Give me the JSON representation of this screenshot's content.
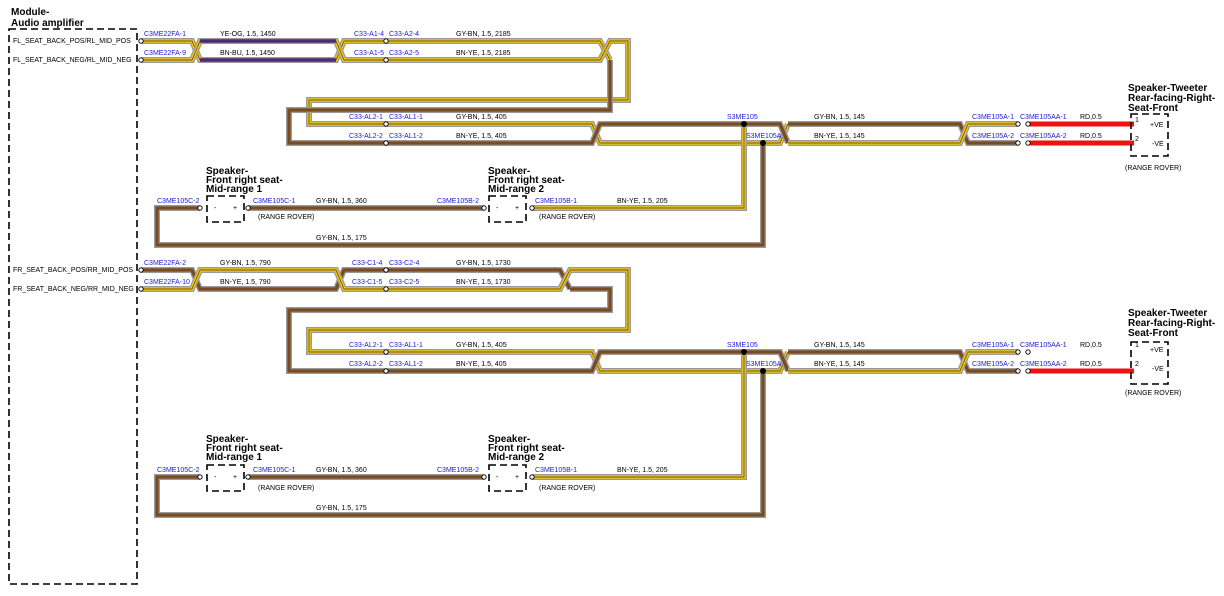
{
  "module": {
    "title_line1": "Module-",
    "title_line2": "Audio amplifier"
  },
  "pins": {
    "fl_pos": "FL_SEAT_BACK_POS/RL_MID_POS",
    "fl_neg": "FL_SEAT_BACK_NEG/RL_MID_NEG",
    "fr_pos": "FR_SEAT_BACK_POS/RR_MID_POS",
    "fr_neg": "FR_SEAT_BACK_NEG/RR_MID_NEG"
  },
  "connectors": {
    "c3me22fa1": "C3ME22FA-1",
    "c3me22fa9": "C3ME22FA-9",
    "c3me22fa2": "C3ME22FA-2",
    "c3me22fa10": "C3ME22FA-10",
    "c33a14": "C33-A1-4",
    "c33a24": "C33-A2-4",
    "c33a15": "C33-A1-5",
    "c33a25": "C33-A2-5",
    "c33c14": "C33-C1-4",
    "c33c24": "C33-C2-4",
    "c33c15": "C33-C1-5",
    "c33c25": "C33-C2-5",
    "c33al21": "C33-AL2-1",
    "c33al11": "C33-AL1-1",
    "c33al22": "C33-AL2-2",
    "c33al12": "C33-AL1-2",
    "s3me105": "S3ME105",
    "s3me105a": "S3ME105A",
    "c3me105a1": "C3ME105A-1",
    "c3me105aa1": "C3ME105AA-1",
    "c3me105a2": "C3ME105A-2",
    "c3me105aa2": "C3ME105AA-2",
    "c3me105c2": "C3ME105C-2",
    "c3me105c1": "C3ME105C-1",
    "c3me105b2": "C3ME105B-2",
    "c3me105b1": "C3ME105B-1"
  },
  "wires": {
    "ye_og_1450": "YE-OG,  1.5,  1450",
    "bn_bu_1450": "BN-BU,  1.5,  1450",
    "gy_bn_2185": "GY-BN,  1.5,  2185",
    "bn_ye_2185": "BN-YE,  1.5,  2185",
    "gy_bn_405": "GY-BN,  1.5,  405",
    "bn_ye_405": "BN-YE,  1.5,  405",
    "gy_bn_145": "GY-BN,  1.5,  145",
    "bn_ye_145": "BN-YE,  1.5,  145",
    "rd_05": "RD,0.5",
    "gy_bn_360": "GY-BN,  1.5,  360",
    "bn_ye_205": "BN-YE,  1.5,  205",
    "gy_bn_175": "GY-BN,  1.5,  175",
    "gy_bn_790": "GY-BN,  1.5,  790",
    "bn_ye_790": "BN-YE,  1.5,  790",
    "gy_bn_1730": "GY-BN,  1.5,  1730",
    "bn_ye_1730": "BN-YE,  1.5,  1730"
  },
  "tweeter": {
    "line1": "Speaker-Tweeter",
    "line2": "Rear-facing-Right-",
    "line3": "Seat-Front",
    "pin1": "1",
    "pin2": "2",
    "pos": "+VE",
    "neg": "-VE",
    "note": "(RANGE ROVER)"
  },
  "midrange": {
    "line1": "Speaker-",
    "line2": "Front right seat-",
    "line3_1": "Mid-range 1",
    "line3_2": "Mid-range 2",
    "minus": "-",
    "plus": "+",
    "note": "(RANGE ROVER)"
  },
  "colors": {
    "yellow": "#f2d000",
    "brown": "#7a4b1e",
    "gray": "#a8a8a8",
    "purple": "#4b2a78",
    "red": "#ee1111",
    "connector_text": "#1a1ad0"
  }
}
